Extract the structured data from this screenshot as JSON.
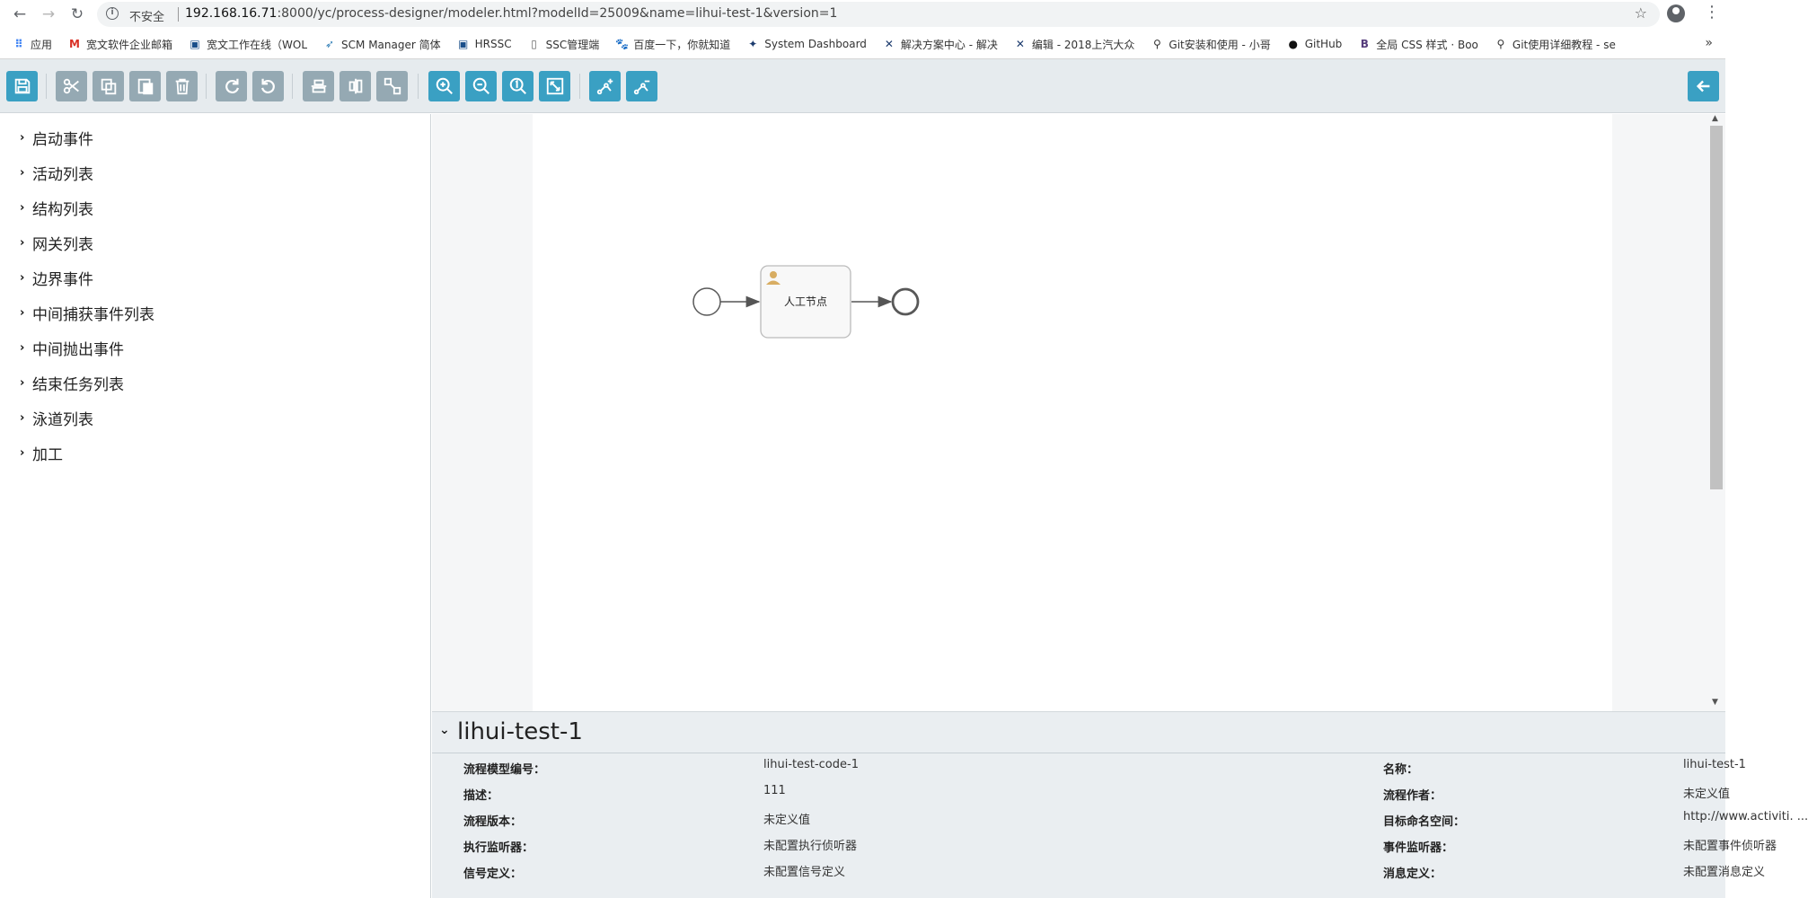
{
  "browser": {
    "insecure_label": "不安全",
    "url_host": "192.168.16.71",
    "url_rest": ":8000/yc/process-designer/modeler.html?modelId=25009&name=lihui-test-1&version=1",
    "bookmarks": [
      {
        "label": "应用",
        "icon": "apps-grid-icon",
        "color": "#4285f4"
      },
      {
        "label": "宽文软件企业邮箱",
        "icon": "gmail-icon",
        "color": "#d93025"
      },
      {
        "label": "宽文工作在线（WOL",
        "icon": "kw-icon",
        "color": "#1a4f8a"
      },
      {
        "label": "SCM Manager 简体",
        "icon": "scm-icon",
        "color": "#2c7cb5"
      },
      {
        "label": "HRSSC",
        "icon": "hr-icon",
        "color": "#1a4f8a"
      },
      {
        "label": "SSC管理端",
        "icon": "page-icon",
        "color": "#666"
      },
      {
        "label": "百度一下，你就知道",
        "icon": "baidu-icon",
        "color": "#2932e1"
      },
      {
        "label": "System Dashboard",
        "icon": "jira-icon",
        "color": "#1c3b6e"
      },
      {
        "label": "解决方案中心 - 解决",
        "icon": "confluence-icon",
        "color": "#1c3b6e"
      },
      {
        "label": "编辑 - 2018上汽大众",
        "icon": "confluence-icon",
        "color": "#1c3b6e"
      },
      {
        "label": "Git安装和使用 - 小哥",
        "icon": "feather-icon",
        "color": "#333"
      },
      {
        "label": "GitHub",
        "icon": "github-icon",
        "color": "#111"
      },
      {
        "label": "全局 CSS 样式 · Boo",
        "icon": "bootstrap-icon",
        "color": "#563d7c"
      },
      {
        "label": "Git使用详细教程 - se",
        "icon": "feather-icon",
        "color": "#333"
      }
    ],
    "more": "»"
  },
  "toolbar": {
    "buttons": [
      {
        "name": "save-button",
        "icon": "save-icon"
      },
      {
        "name": "cut-button",
        "icon": "scissors-icon"
      },
      {
        "name": "copy-button",
        "icon": "copy-icon"
      },
      {
        "name": "paste-button",
        "icon": "paste-icon"
      },
      {
        "name": "delete-button",
        "icon": "trash-icon"
      },
      {
        "name": "redo-button",
        "icon": "redo-icon"
      },
      {
        "name": "undo-button",
        "icon": "undo-icon"
      },
      {
        "name": "align-horizontal-button",
        "icon": "align-horizontal-icon"
      },
      {
        "name": "align-vertical-button",
        "icon": "align-vertical-icon"
      },
      {
        "name": "same-size-button",
        "icon": "same-size-icon"
      },
      {
        "name": "zoom-in-button",
        "icon": "zoom-in-icon"
      },
      {
        "name": "zoom-out-button",
        "icon": "zoom-out-icon"
      },
      {
        "name": "zoom-actual-button",
        "icon": "zoom-actual-icon"
      },
      {
        "name": "zoom-fit-button",
        "icon": "zoom-fit-icon"
      },
      {
        "name": "add-bendpoint-button",
        "icon": "add-bendpoint-icon"
      },
      {
        "name": "remove-bendpoint-button",
        "icon": "remove-bendpoint-icon"
      },
      {
        "name": "back-button",
        "icon": "arrow-left-icon"
      }
    ]
  },
  "palette": {
    "groups": [
      "启动事件",
      "活动列表",
      "结构列表",
      "网关列表",
      "边界事件",
      "中间捕获事件列表",
      "中间抛出事件",
      "结束任务列表",
      "泳道列表",
      "加工"
    ]
  },
  "diagram": {
    "task_label": "人工节点"
  },
  "properties": {
    "title": "lihui-test-1",
    "rows": [
      {
        "label": "流程模型编号：",
        "value": "lihui-test-code-1",
        "label2": "名称：",
        "value2": "lihui-test-1"
      },
      {
        "label": "描述：",
        "value": "111",
        "label2": "流程作者：",
        "value2": "未定义值"
      },
      {
        "label": "流程版本：",
        "value": "未定义值",
        "label2": "目标命名空间：",
        "value2": "http://www.activiti. ..."
      },
      {
        "label": "执行监听器：",
        "value": "未配置执行侦听器",
        "label2": "事件监听器：",
        "value2": "未配置事件侦听器"
      },
      {
        "label": "信号定义：",
        "value": "未配置信号定义",
        "label2": "消息定义：",
        "value2": "未配置消息定义"
      }
    ]
  }
}
